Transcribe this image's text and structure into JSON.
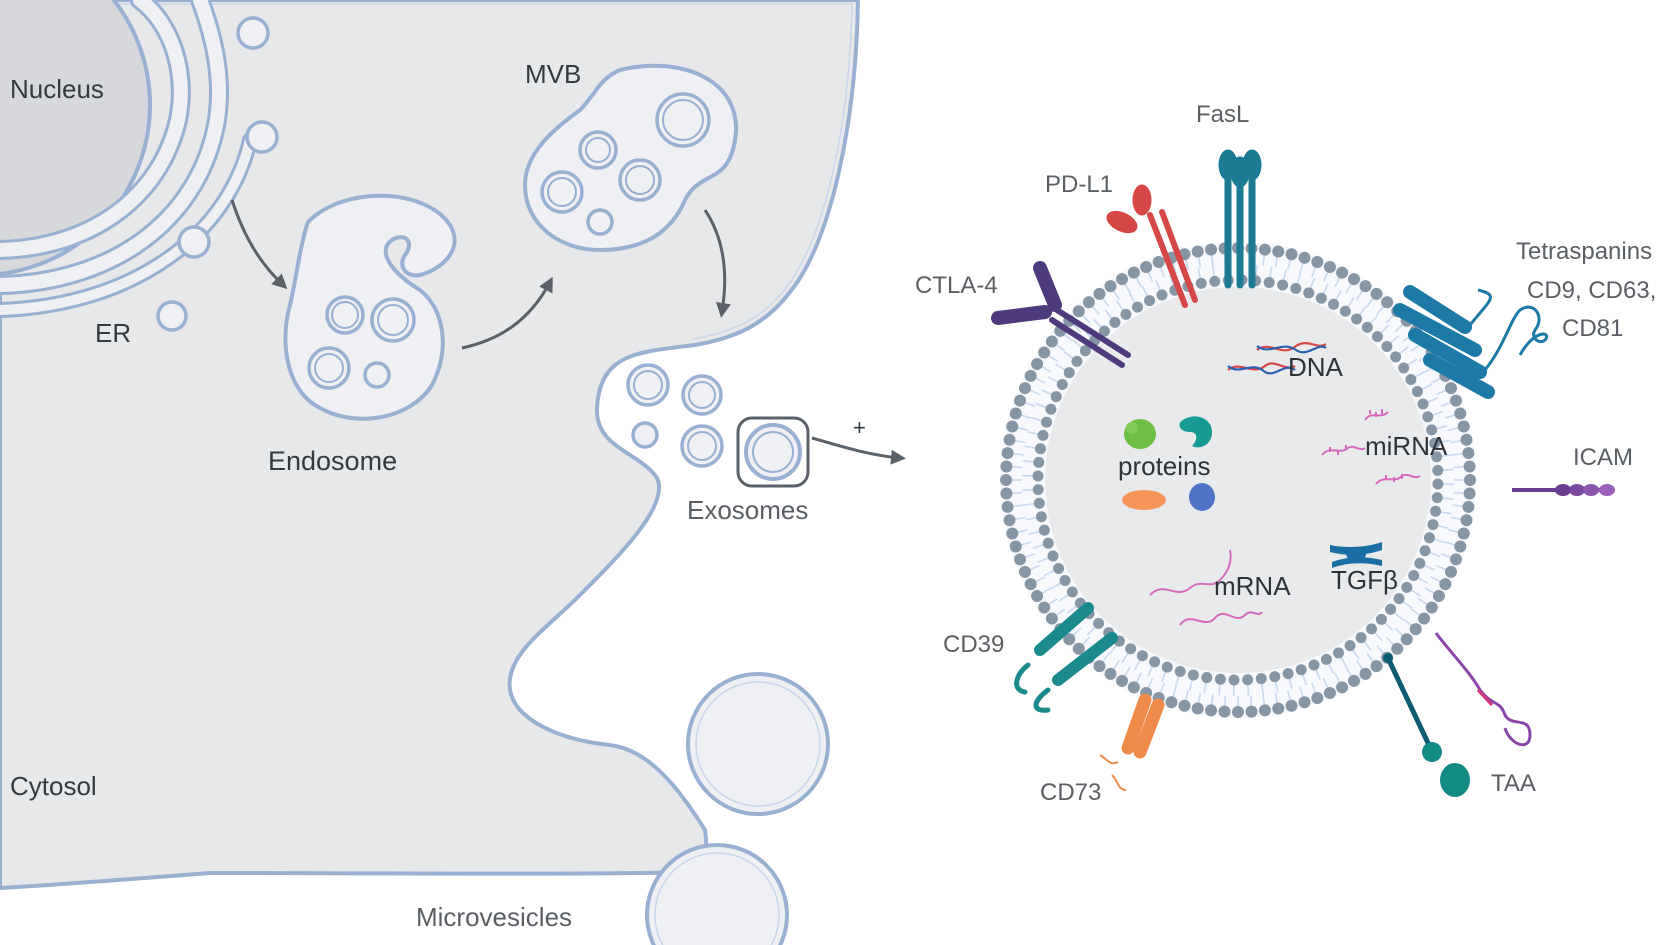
{
  "labels": {
    "nucleus": "Nucleus",
    "er": "ER",
    "mvb": "MVB",
    "endosome": "Endosome",
    "exosomes": "Exosomes",
    "plus": "+",
    "cytosol": "Cytosol",
    "microvesicles": "Microvesicles",
    "fasl": "FasL",
    "pdl1": "PD-L1",
    "ctla4": "CTLA-4",
    "tetraspanins_1": "Tetraspanins",
    "tetraspanins_2": "CD9, CD63,",
    "tetraspanins_3": "CD81",
    "icam": "ICAM",
    "cd39": "CD39",
    "cd73": "CD73",
    "taa": "TAA",
    "dna": "DNA",
    "proteins": "proteins",
    "mirna": "miRNA",
    "mrna": "mRNA",
    "tgfb": "TGFβ"
  },
  "colors": {
    "cell_fill": "#e7e8ea",
    "membrane": "#98b0d2",
    "vesicle_fill": "#eef0f3",
    "phospholipid_head": "#8796a5",
    "phospholipid_tail": "#c9d9ee",
    "arrow": "#5b6168",
    "fasl": "#1c7a92",
    "pdl1": "#d64747",
    "ctla4": "#4d3b7e",
    "tetraspanin": "#1d79a6",
    "icam": "#6a3d93",
    "cd39": "#1b8a8c",
    "cd73": "#f08a4b",
    "taa": "#138a82",
    "taa_purple": "#8a45a8",
    "rna_pink": "#d66bbd",
    "tgfb": "#1b6ea3",
    "protein_green": "#6fbe45",
    "protein_teal": "#179a91",
    "protein_orange": "#f4965c",
    "protein_blue": "#4f73c7"
  }
}
